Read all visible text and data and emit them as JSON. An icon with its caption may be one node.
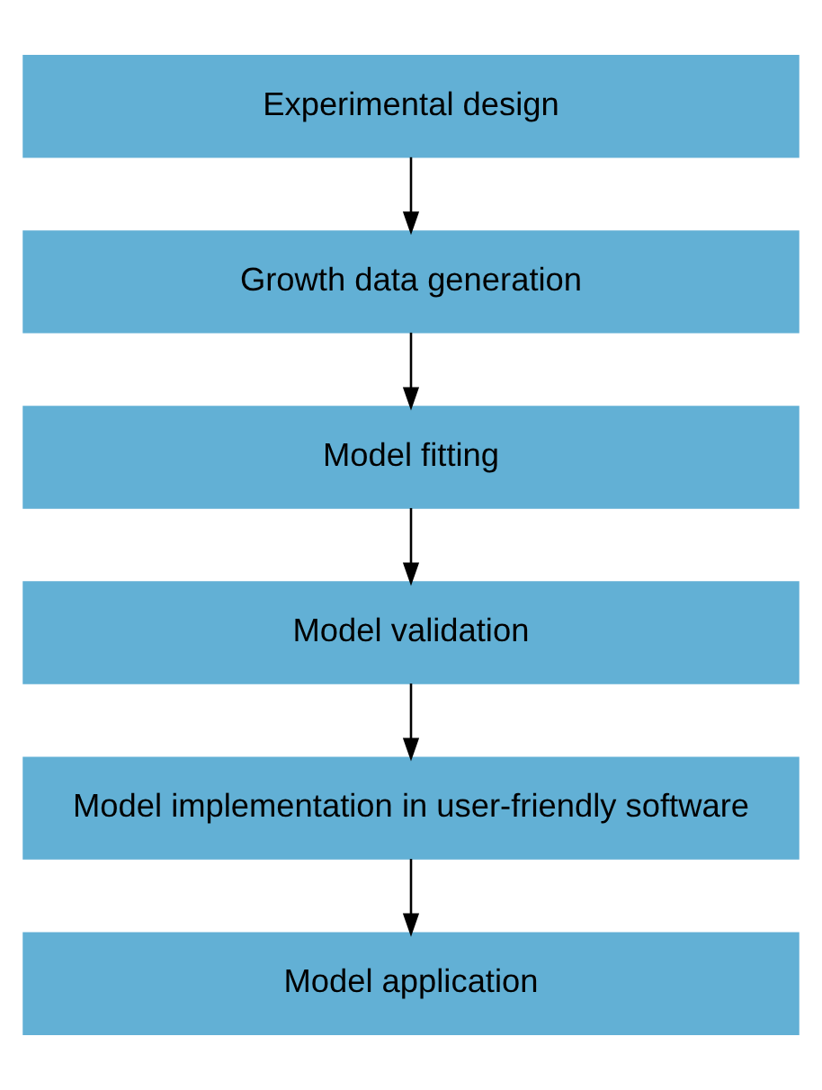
{
  "diagram": {
    "nodes": [
      {
        "text": [
          "Experimental design"
        ]
      },
      {
        "text": [
          "Growth data generation"
        ]
      },
      {
        "text": [
          "Model fitting"
        ]
      },
      {
        "text": [
          "Model validation"
        ]
      },
      {
        "text": [
          "Model implementation in user-friendly software"
        ]
      },
      {
        "text": [
          "Model application"
        ]
      }
    ],
    "edges": [
      {
        "from": 0,
        "to": 1,
        "arrow": "to"
      },
      {
        "from": 1,
        "to": 2,
        "arrow": "to"
      },
      {
        "from": 2,
        "to": 3,
        "arrow": "to"
      },
      {
        "from": 3,
        "to": 4,
        "arrow": "to"
      },
      {
        "from": 4,
        "to": 5,
        "arrow": "to"
      }
    ]
  }
}
